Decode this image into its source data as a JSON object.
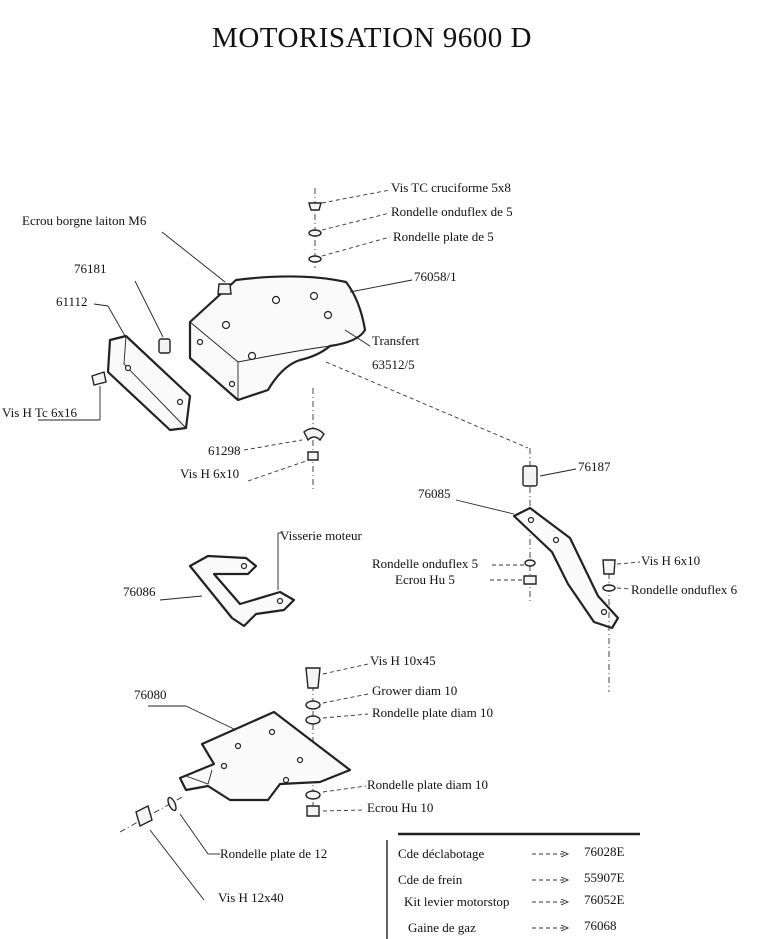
{
  "title": "MOTORISATION 9600 D",
  "labels": {
    "vis_tc": "Vis TC cruciforme 5x8",
    "rond_onduflex5_top": "Rondelle onduflex de 5",
    "rond_plate5": "Rondelle plate de 5",
    "ref_76058": "76058/1",
    "ecrou_borgne": "Ecrou borgne laiton M6",
    "ref_76181": "76181",
    "ref_61112": "61112",
    "transfert": "Transfert",
    "ref_63512": "63512/5",
    "vis_h_tc": "Vis H Tc 6x16",
    "ref_61298": "61298",
    "vis_h6x10_left": "Vis H 6x10",
    "ref_76187": "76187",
    "ref_76085": "76085",
    "visserie": "Visserie moteur",
    "rond_onduflex5": "Rondelle onduflex 5",
    "vis_h6x10_right": "Vis H 6x10",
    "ecrou_hu5": "Ecrou Hu 5",
    "rond_onduflex6": "Rondelle onduflex 6",
    "ref_76086": "76086",
    "vis_h10x45": "Vis H 10x45",
    "grower": "Grower diam 10",
    "ref_76080": "76080",
    "rond_plate10_a": "Rondelle plate diam 10",
    "rond_plate10_b": "Rondelle plate diam 10",
    "ecrou_hu10": "Ecrou Hu 10",
    "rond_plate12": "Rondelle plate de 12",
    "vis_h12x40": "Vis H 12x40"
  },
  "legend": [
    {
      "name": "Cde déclabotage",
      "ref": "76028E"
    },
    {
      "name": "Cde de frein",
      "ref": "55907E"
    },
    {
      "name": "Kit levier motorstop",
      "ref": "76052E"
    },
    {
      "name": "Gaine de gaz",
      "ref": "76068"
    }
  ]
}
